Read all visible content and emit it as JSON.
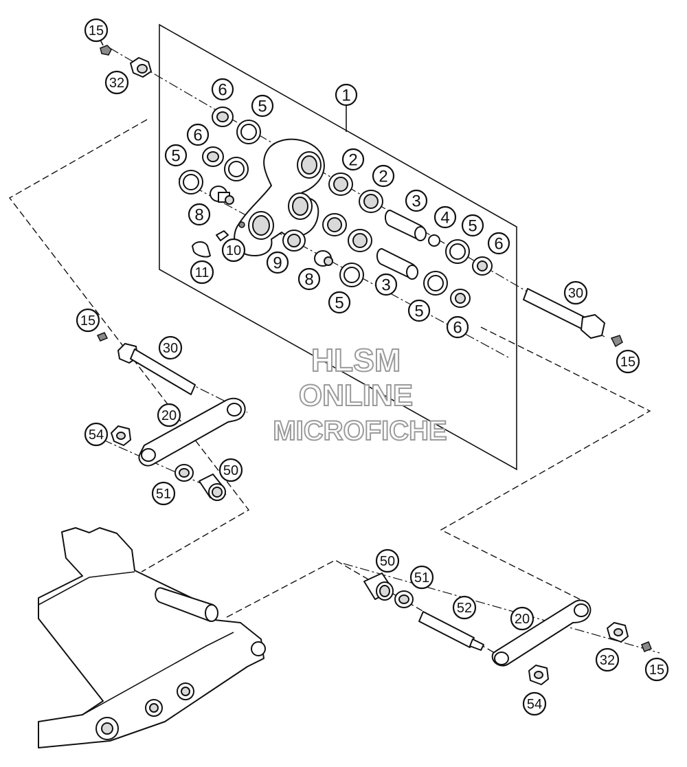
{
  "watermark": {
    "line1": "HLSM",
    "line2": "ONLINE",
    "line3": "MICROFICHE"
  },
  "callouts": {
    "c1": "1",
    "c2a": "2",
    "c2b": "2",
    "c3a": "3",
    "c3b": "3",
    "c4": "4",
    "c5a": "5",
    "c5b": "5",
    "c5c": "5",
    "c5d": "5",
    "c5e": "5",
    "c6a": "6",
    "c6b": "6",
    "c6c": "6",
    "c6d": "6",
    "c8a": "8",
    "c8b": "8",
    "c9": "9",
    "c10": "10",
    "c11": "11",
    "c15a": "15",
    "c15b": "15",
    "c15c": "15",
    "c15d": "15",
    "c20a": "20",
    "c20b": "20",
    "c30a": "30",
    "c30b": "30",
    "c32a": "32",
    "c32b": "32",
    "c50a": "50",
    "c50b": "50",
    "c51a": "51",
    "c51b": "51",
    "c52": "52",
    "c54a": "54",
    "c54b": "54"
  }
}
